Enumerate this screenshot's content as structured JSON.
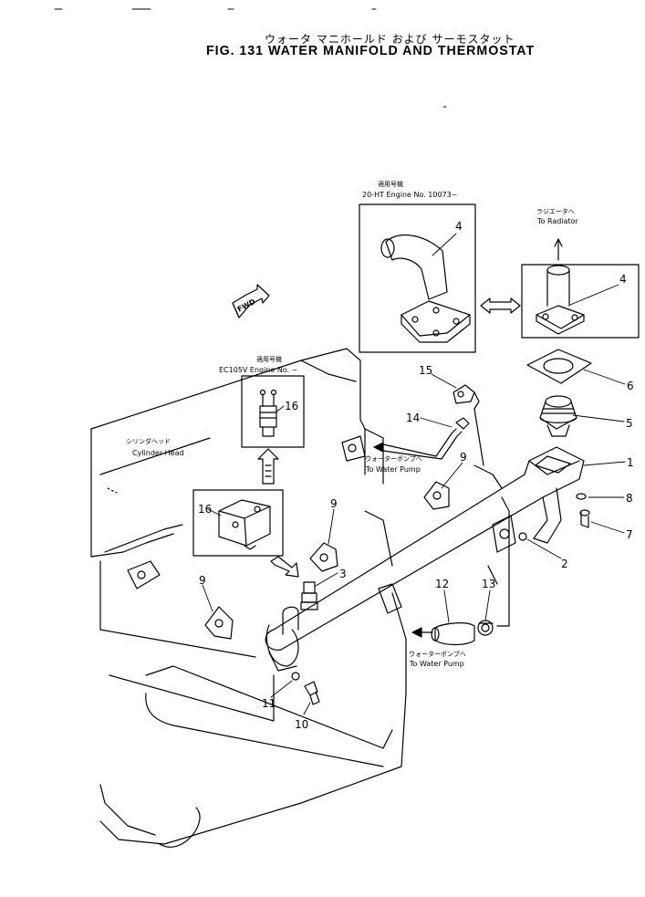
{
  "header": {
    "title_jp": "ウォータ マニホールド および サーモスタット",
    "title_en": "FIG. 131 WATER MANIFOLD AND THERMOSTAT"
  },
  "callouts": {
    "upper_left_box": {
      "jp": "適用号機",
      "en": "20-HT Engine No. 10073~"
    },
    "lower_left_box": {
      "jp": "適用号機",
      "en": "EC105V Engine No. ~"
    },
    "to_radiator": {
      "jp": "ラジエータへ",
      "en": "To Radiator"
    },
    "cylinder_head": {
      "jp": "シリンダヘッド",
      "en": "Cylinder Head"
    },
    "water_pump_1": {
      "jp": "ウォーターポンプへ",
      "en": "To Water Pump"
    },
    "water_pump_2": {
      "jp": "ウォーターポンプへ",
      "en": "To Water Pump"
    },
    "fwd": "FWD"
  },
  "part_numbers": {
    "p1": "1",
    "p2": "2",
    "p3": "3",
    "p4a": "4",
    "p4b": "4",
    "p5": "5",
    "p6": "6",
    "p7": "7",
    "p8": "8",
    "p9a": "9",
    "p9b": "9",
    "p9c": "9",
    "p10": "10",
    "p11": "11",
    "p12": "12",
    "p13": "13",
    "p14": "14",
    "p15": "15",
    "p16a": "16",
    "p16b": "16"
  }
}
